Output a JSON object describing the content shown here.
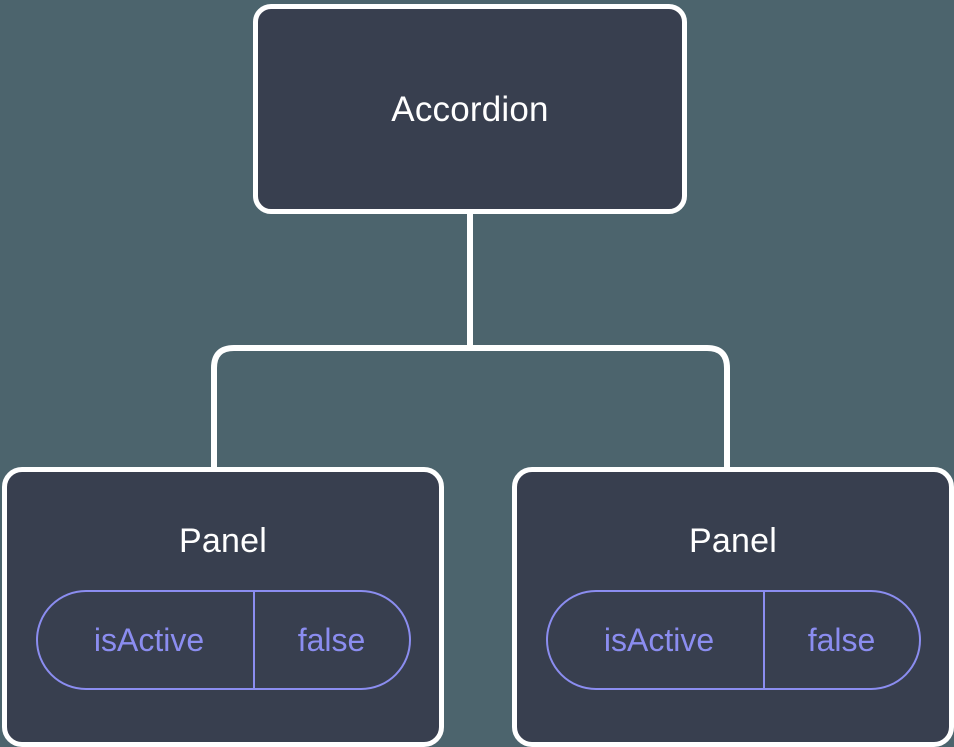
{
  "diagram": {
    "type": "component-tree",
    "background_color": "#4c646d",
    "node_fill_color": "#383f4f",
    "node_border_color": "#ffffff",
    "edge_color": "#ffffff",
    "accent_color": "#8b8df0",
    "root": {
      "title": "Accordion"
    },
    "children": [
      {
        "title": "Panel",
        "state": {
          "key": "isActive",
          "value": "false"
        }
      },
      {
        "title": "Panel",
        "state": {
          "key": "isActive",
          "value": "false"
        }
      }
    ]
  }
}
